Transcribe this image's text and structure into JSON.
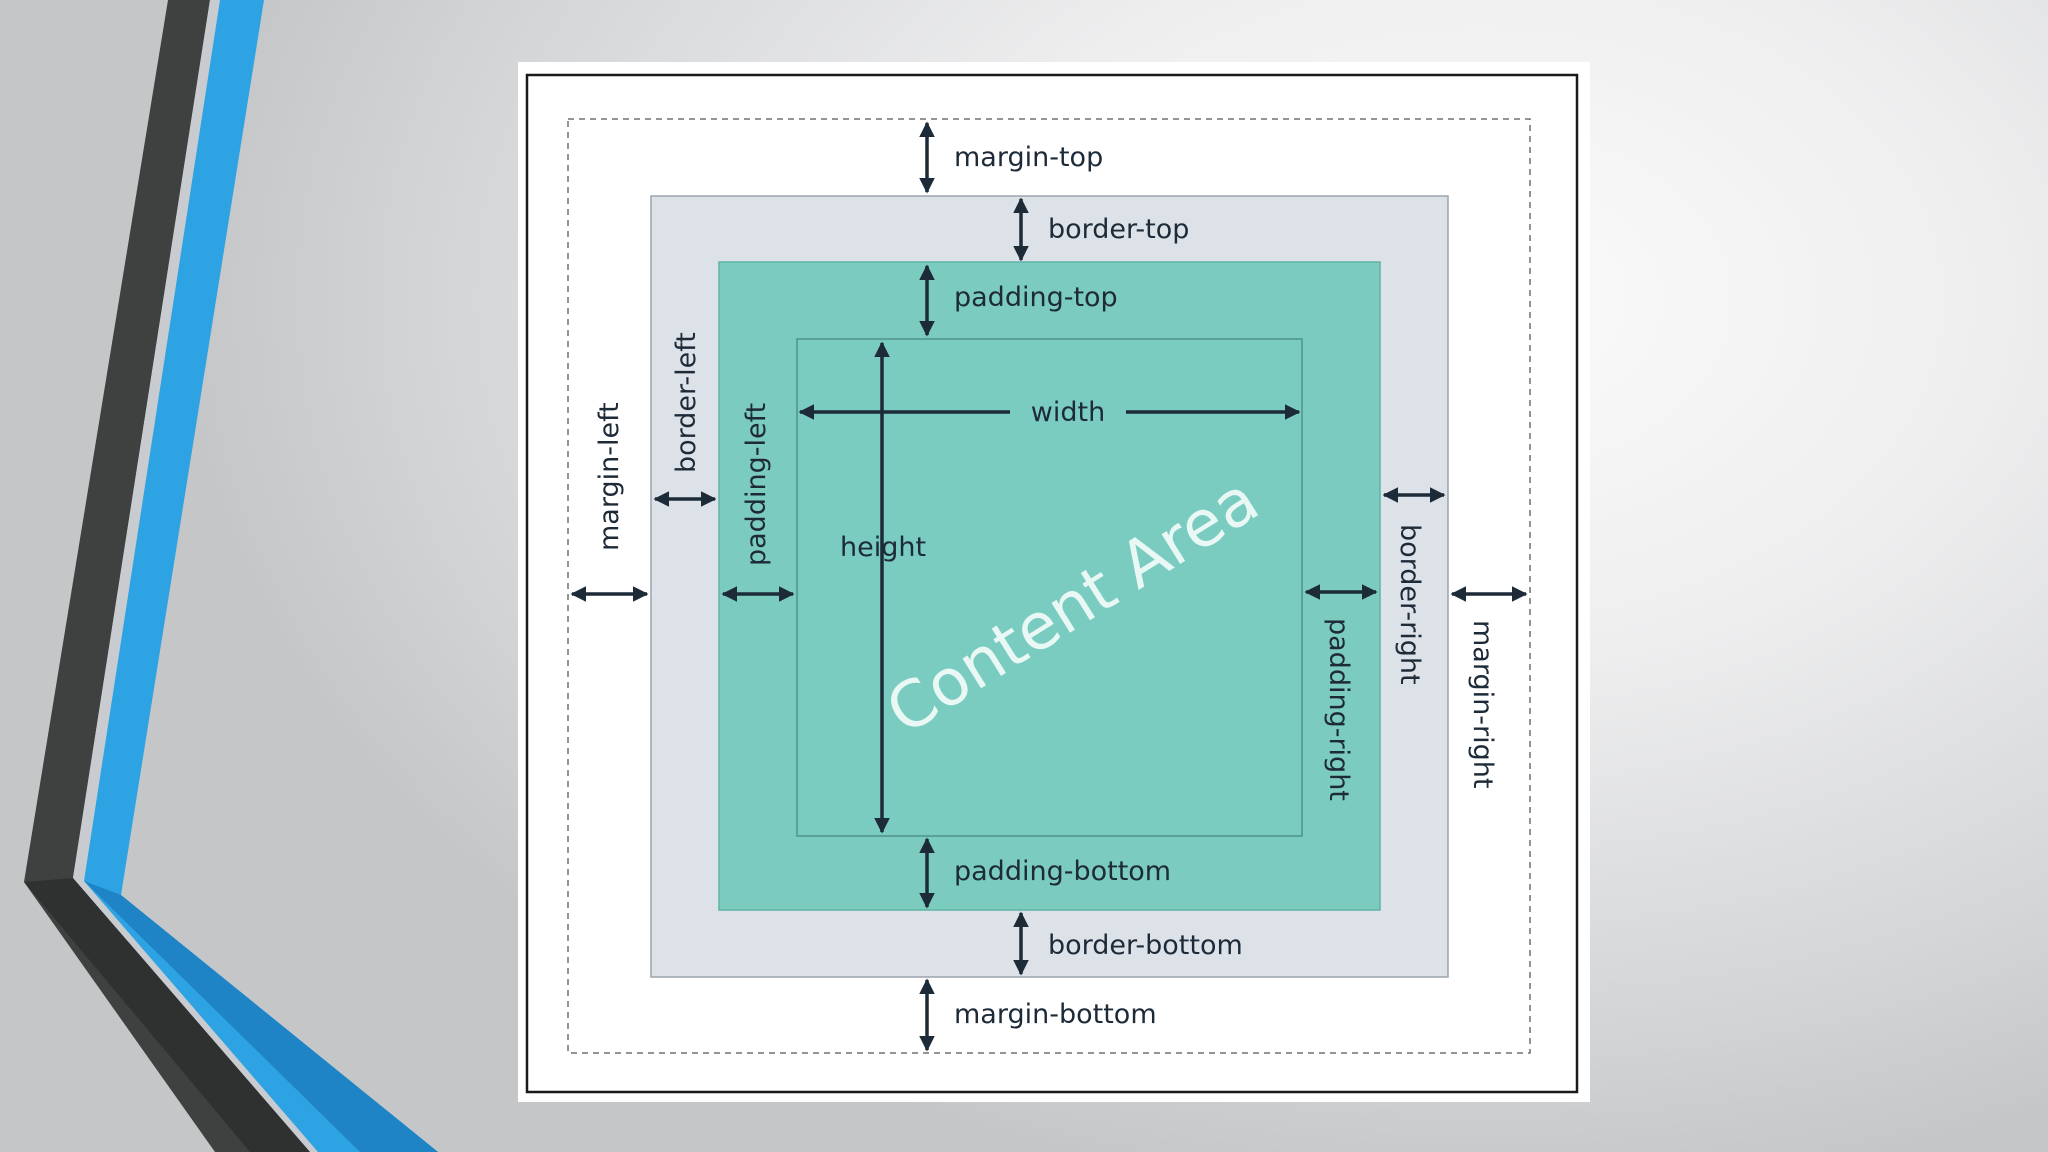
{
  "diagram": {
    "labels": {
      "margin_top": "margin-top",
      "border_top": "border-top",
      "padding_top": "padding-top",
      "margin_left": "margin-left",
      "border_left": "border-left",
      "padding_left": "padding-left",
      "width": "width",
      "height": "height",
      "content_area": "Content Area",
      "border_right": "border-right",
      "padding_right": "padding-right",
      "margin_right": "margin-right",
      "padding_bottom": "padding-bottom",
      "border_bottom": "border-bottom",
      "margin_bottom": "margin-bottom"
    },
    "colors": {
      "border_area": "#dde2e9",
      "padding_area": "#7ccbbf",
      "content_area": "#7accc1",
      "arrow": "#1d2a38",
      "accent_blue": "#2ea3e3",
      "accent_dark": "#4a4a4a"
    }
  }
}
